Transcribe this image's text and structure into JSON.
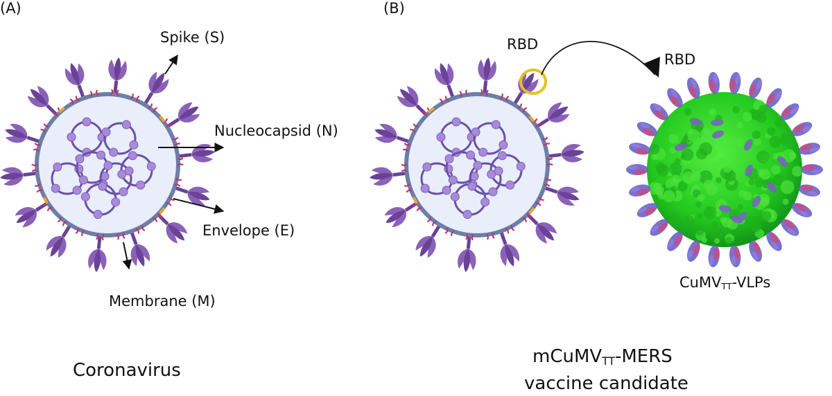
{
  "panels": {
    "a": {
      "letter": "(A)",
      "caption": "Coronavirus",
      "spike": "Spike (S)",
      "nucleocapsid": "Nucleocapsid (N)",
      "envelope": "Envelope (E)",
      "membrane": "Membrane (M)"
    },
    "b": {
      "letter": "(B)",
      "rbd_left": "RBD",
      "rbd_right": "RBD",
      "vlp_main": "CuMV",
      "vlp_sub": "TT",
      "vlp_suffix": "-VLPs",
      "caption_main": "mCuMV",
      "caption_sub": "TT",
      "caption_suffix": "-MERS",
      "caption_line2": "vaccine candidate"
    }
  },
  "colors": {
    "spike": "#8b62b8",
    "spike_dark": "#6a4298",
    "membrane": "#6b7fa8",
    "interior": "#e9eefa",
    "nucleocapsid": "#a98ad8",
    "envelope": "#e8a33a",
    "m_protein": "#c0356a",
    "vlp_green": "#2fd12a",
    "rbd_circle": "#e6c020"
  }
}
